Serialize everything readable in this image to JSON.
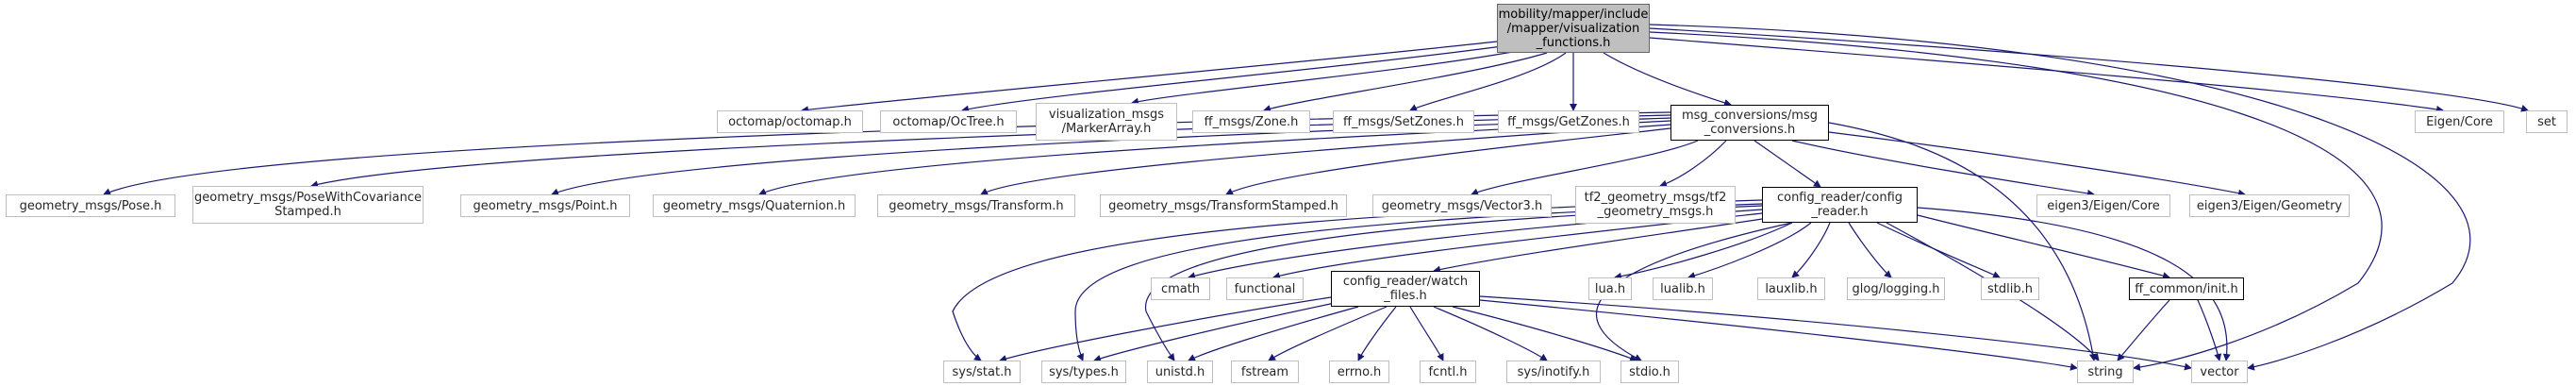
{
  "colors": {
    "edge": "#191970",
    "root_fill": "#bfbfbf",
    "border_grey": "#bfbfbf",
    "border_black": "#000000"
  },
  "nodes": {
    "root": [
      "mobility/mapper/include",
      "/mapper/visualization",
      "_functions.h"
    ],
    "octomap_h": [
      "octomap/octomap.h"
    ],
    "octree_h": [
      "octomap/OcTree.h"
    ],
    "marker_array_h": [
      "visualization_msgs",
      "/MarkerArray.h"
    ],
    "zone_h": [
      "ff_msgs/Zone.h"
    ],
    "set_zones_h": [
      "ff_msgs/SetZones.h"
    ],
    "get_zones_h": [
      "ff_msgs/GetZones.h"
    ],
    "msg_conversions_h": [
      "msg_conversions/msg",
      "_conversions.h"
    ],
    "eigen_core_h": [
      "Eigen/Core"
    ],
    "set_h": [
      "set"
    ],
    "pose_h": [
      "geometry_msgs/Pose.h"
    ],
    "pose_cov_h": [
      "geometry_msgs/PoseWithCovariance",
      "Stamped.h"
    ],
    "point_h": [
      "geometry_msgs/Point.h"
    ],
    "quaternion_h": [
      "geometry_msgs/Quaternion.h"
    ],
    "transform_h": [
      "geometry_msgs/Transform.h"
    ],
    "transform_stamped_h": [
      "geometry_msgs/TransformStamped.h"
    ],
    "vector3_h": [
      "geometry_msgs/Vector3.h"
    ],
    "tf2_geometry_h": [
      "tf2_geometry_msgs/tf2",
      "_geometry_msgs.h"
    ],
    "config_reader_h": [
      "config_reader/config",
      "_reader.h"
    ],
    "eigen3_core_h": [
      "eigen3/Eigen/Core"
    ],
    "eigen3_geometry_h": [
      "eigen3/Eigen/Geometry"
    ],
    "cmath": [
      "cmath"
    ],
    "functional": [
      "functional"
    ],
    "watch_files_h": [
      "config_reader/watch",
      "_files.h"
    ],
    "lua_h": [
      "lua.h"
    ],
    "lualib_h": [
      "lualib.h"
    ],
    "lauxlib_h": [
      "lauxlib.h"
    ],
    "glog_h": [
      "glog/logging.h"
    ],
    "stdlib_h": [
      "stdlib.h"
    ],
    "ff_common_init_h": [
      "ff_common/init.h"
    ],
    "sys_stat_h": [
      "sys/stat.h"
    ],
    "sys_types_h": [
      "sys/types.h"
    ],
    "unistd_h": [
      "unistd.h"
    ],
    "fstream": [
      "fstream"
    ],
    "errno_h": [
      "errno.h"
    ],
    "fcntl_h": [
      "fcntl.h"
    ],
    "sys_inotify_h": [
      "sys/inotify.h"
    ],
    "stdio_h": [
      "stdio.h"
    ],
    "string": [
      "string"
    ],
    "vector": [
      "vector"
    ]
  }
}
